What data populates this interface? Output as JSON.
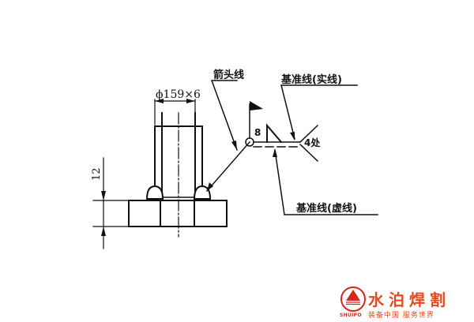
{
  "diagram": {
    "dimension_pipe": "ϕ159×6",
    "dimension_height": "12",
    "arrow_line_label": "箭头线",
    "reference_solid_label": "基准线(实线)",
    "reference_dashed_label": "基准线(虚线)",
    "weld_size": "8",
    "weld_count": "4处"
  },
  "brand": {
    "name": "水泊焊割",
    "slogan": "装备中国 服务世界",
    "en_name": "SHUIPO",
    "color": "#e9471b"
  }
}
